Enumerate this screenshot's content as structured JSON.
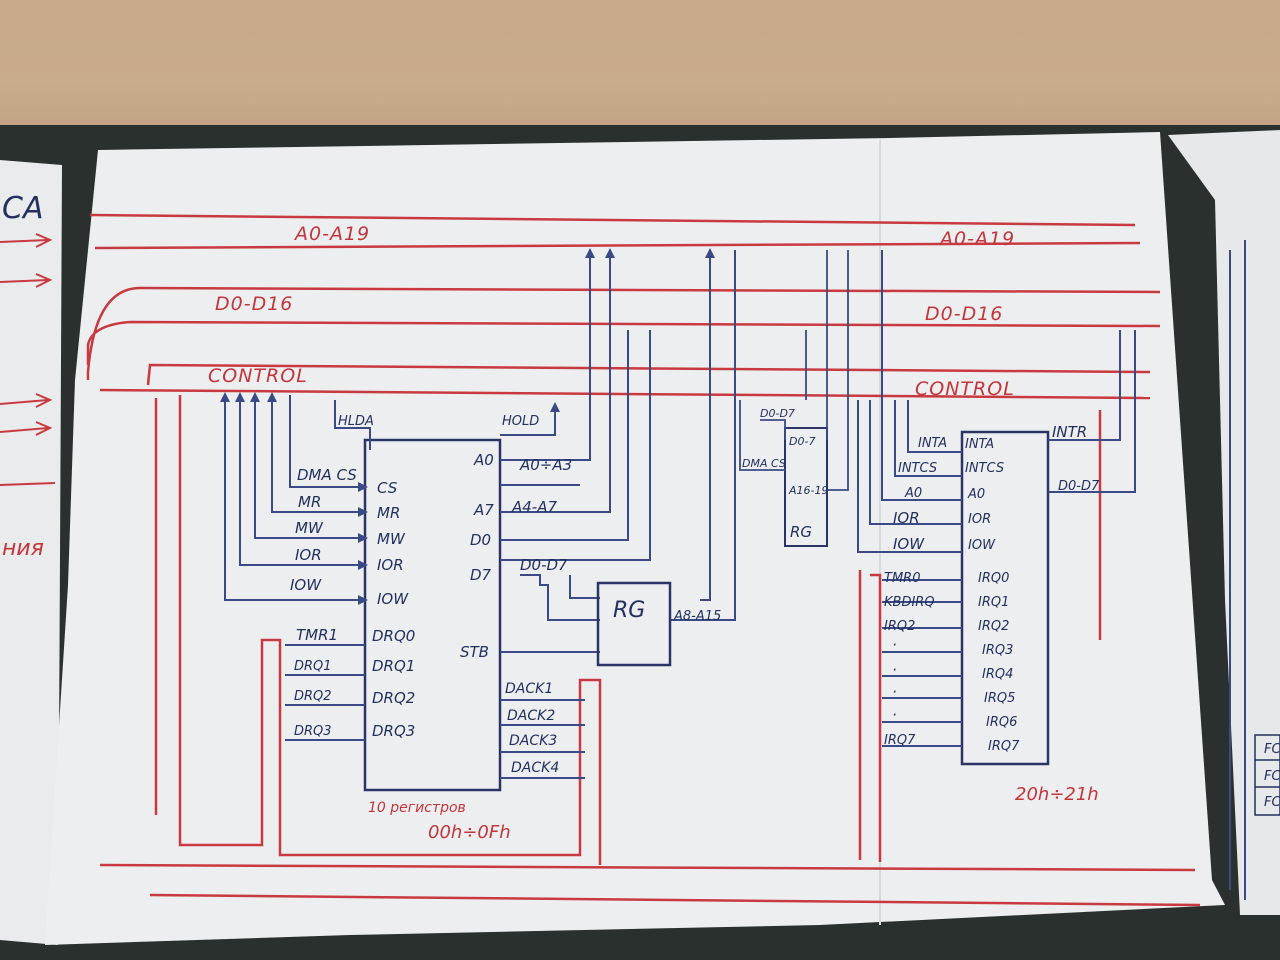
{
  "colors": {
    "red_wire": "#c93a40",
    "blue_wire": "#3a4a86",
    "ink": "#23305e",
    "paper": "#eef0f2",
    "wall": "#c8a98a",
    "board": "#23282a"
  },
  "left_panel": {
    "title": "CA",
    "bottom_text": "ния"
  },
  "buses_left": {
    "address": "A0-A19",
    "data": "D0-D16",
    "control": "CONTROL"
  },
  "buses_right": {
    "address": "A0-A19",
    "data": "D0-D16",
    "control": "CONTROL"
  },
  "dma_chip": {
    "left_signals": [
      {
        "ext": "",
        "pin": "CS",
        "id": "cs"
      },
      {
        "ext": "DMA CS",
        "pin": "CS",
        "id": "cs"
      },
      {
        "ext": "MR",
        "pin": "MR",
        "id": "mr"
      },
      {
        "ext": "MW",
        "pin": "MW",
        "id": "mw"
      },
      {
        "ext": "IOR",
        "pin": "IOR",
        "id": "ior"
      },
      {
        "ext": "IOW",
        "pin": "IOW",
        "id": "iow"
      }
    ],
    "hlda": "HLDA",
    "hold": "HOLD",
    "right_pins": [
      "A0",
      "A7",
      "D0",
      "D7",
      "STB"
    ],
    "right_buses": [
      "A0÷A3",
      "A4-A7",
      "D0-D7",
      "A8-A15"
    ],
    "drq_ext": [
      "TMR1",
      "DRQ1",
      "DRQ2",
      "DRQ3"
    ],
    "drq_pins": [
      "DRQ0",
      "DRQ1",
      "DRQ2",
      "DRQ3"
    ],
    "dack": [
      "DACK1",
      "DACK2",
      "DACK3",
      "DACK4"
    ],
    "note_line1": "10 регистров",
    "note_line2": "00h÷0Fh"
  },
  "rg_latch": {
    "label": "RG",
    "output": "A8-A15"
  },
  "rg_small": {
    "pins": [
      "D0-7",
      "A16-19"
    ],
    "label": "RG",
    "in_data": "D0-D7",
    "in_cs": "DMA CS"
  },
  "pic_chip": {
    "left_ext": [
      "INTA",
      "INTCS",
      "A0",
      "IOR",
      "IOW"
    ],
    "left_pins": [
      "INTA",
      "INTCS",
      "A0",
      "IOR",
      "IOW"
    ],
    "intr": "INTR",
    "data": "D0-D7",
    "irq_ext": [
      "TMR0",
      "KBDIRQ",
      "IRQ2",
      "·",
      "·",
      "·",
      "·",
      "IRQ7"
    ],
    "irq_pins": [
      "IRQ0",
      "IRQ1",
      "IRQ2",
      "IRQ3",
      "IRQ4",
      "IRQ5",
      "IRQ6",
      "IRQ7"
    ],
    "note": "20h÷21h"
  },
  "right_edge_text": [
    "FC",
    "FC",
    "FC"
  ]
}
